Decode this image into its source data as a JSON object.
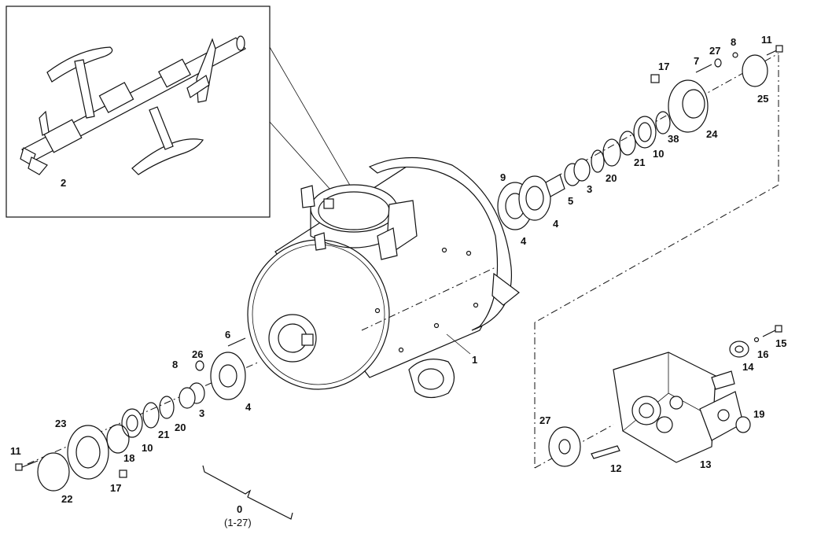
{
  "diagram": {
    "labels": {
      "l1": "1",
      "l2": "2",
      "l3a": "3",
      "l3b": "3",
      "l4a": "4",
      "l4b": "4",
      "l4c": "4",
      "l5": "5",
      "l6": "6",
      "l7": "7",
      "l8a": "8",
      "l8b": "8",
      "l9": "9",
      "l10a": "10",
      "l10b": "10",
      "l11a": "11",
      "l11b": "11",
      "l12": "12",
      "l13": "13",
      "l14": "14",
      "l15": "15",
      "l16": "16",
      "l17a": "17",
      "l17b": "17",
      "l18": "18",
      "l19": "19",
      "l20a": "20",
      "l20b": "20",
      "l21a": "21",
      "l21b": "21",
      "l22": "22",
      "l23": "23",
      "l24": "24",
      "l25": "25",
      "l26": "26",
      "l27a": "27",
      "l27b": "27",
      "l38": "38",
      "l0": "0",
      "l0range": "(1-27)"
    }
  }
}
